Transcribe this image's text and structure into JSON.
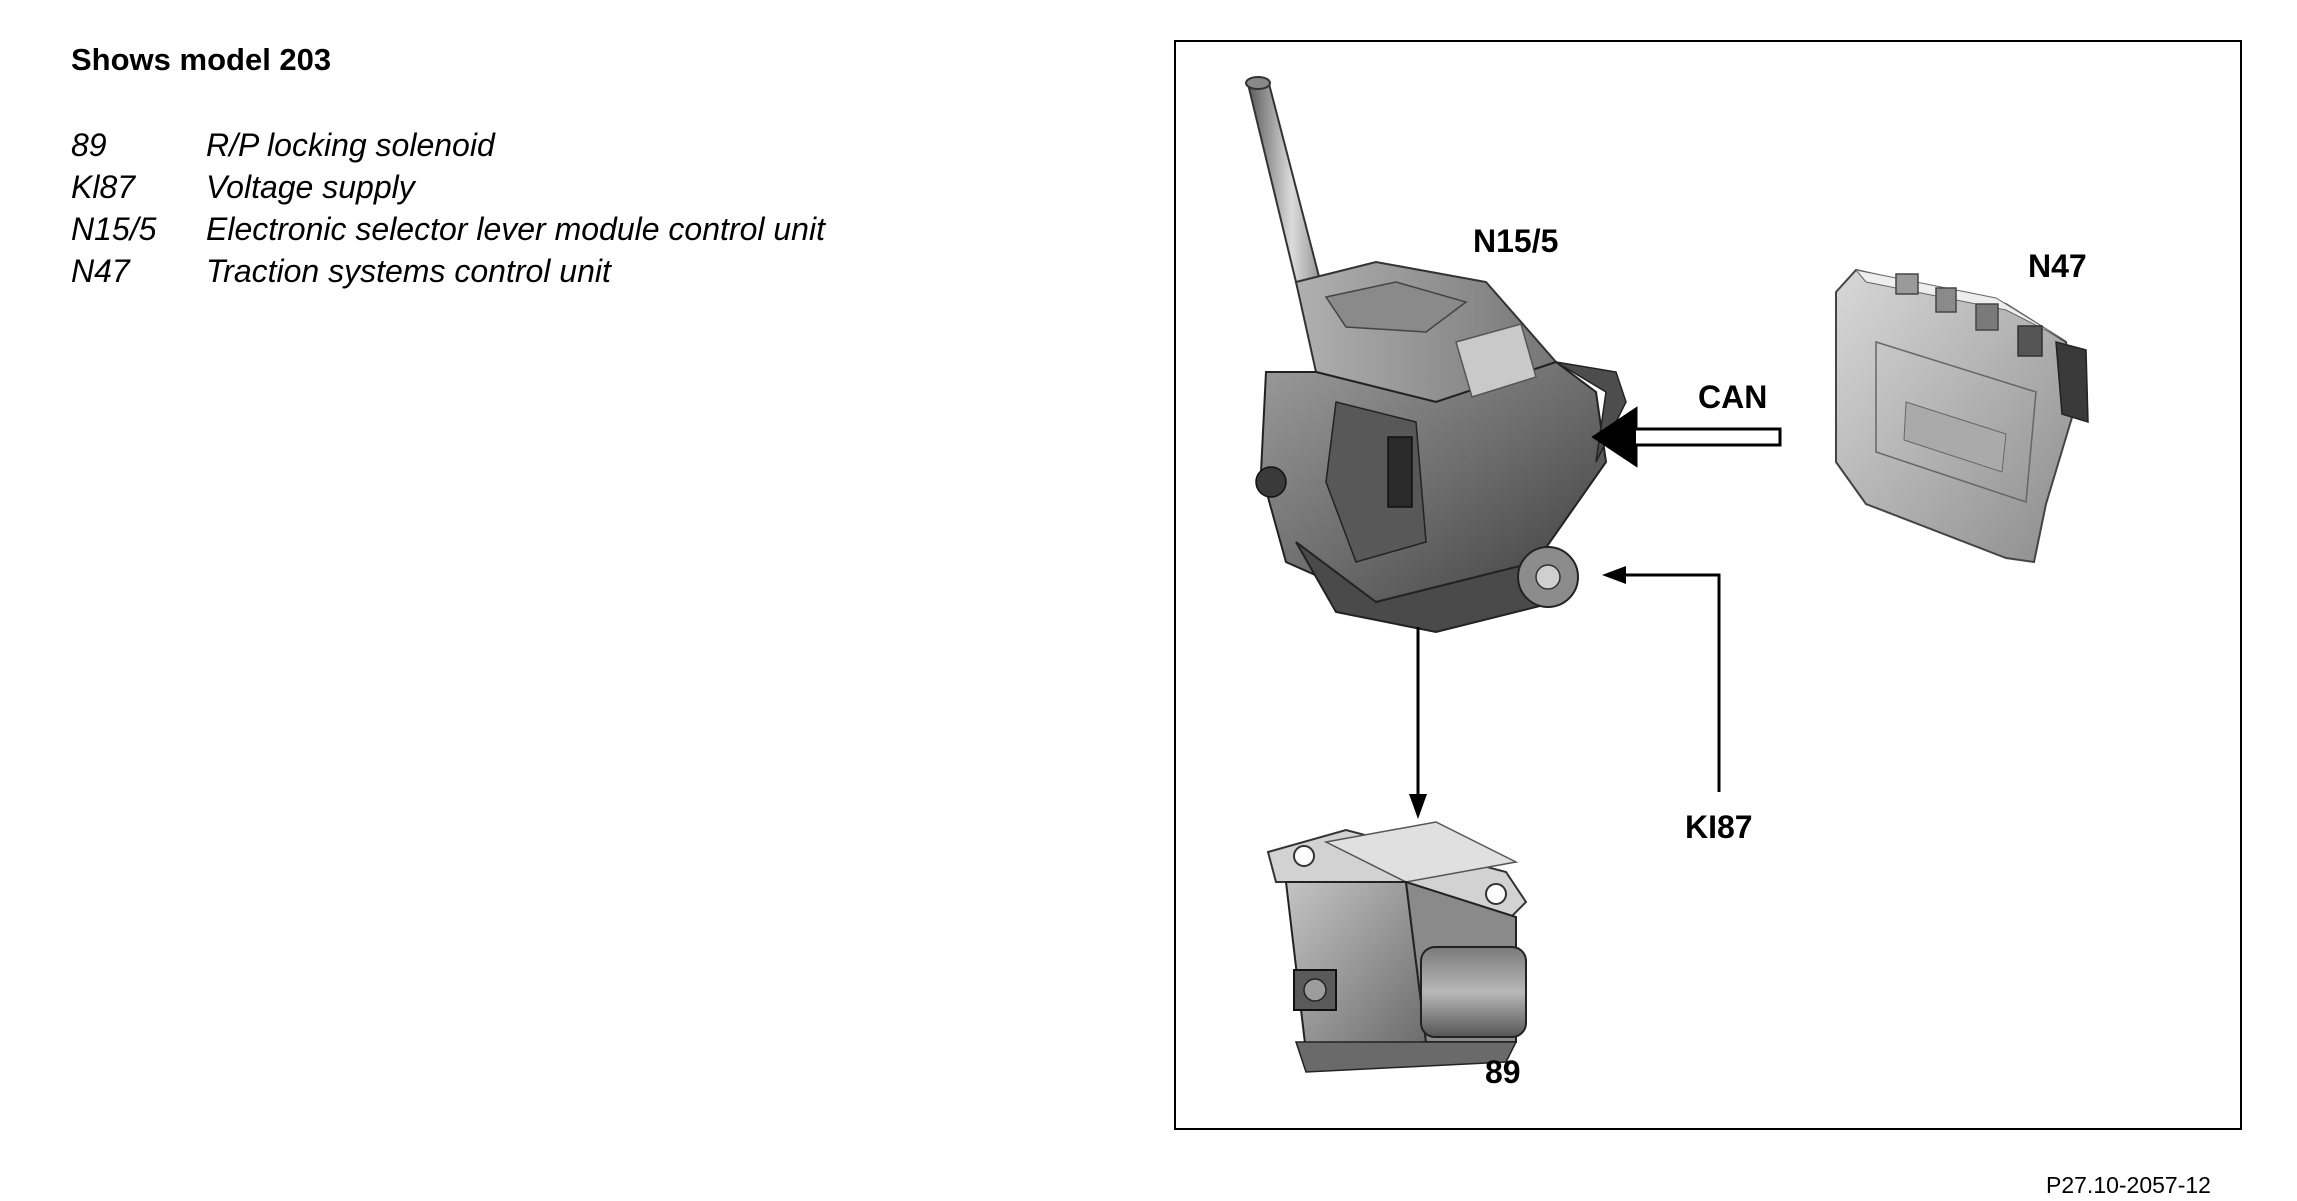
{
  "header": {
    "title": "Shows model 203"
  },
  "legend": [
    {
      "code": "89",
      "description": "R/P locking solenoid"
    },
    {
      "code": "Kl87",
      "description": "Voltage supply"
    },
    {
      "code": "N15/5",
      "description": "Electronic selector lever module control unit"
    },
    {
      "code": "N47",
      "description": "Traction systems control unit"
    }
  ],
  "diagram": {
    "labels": {
      "selector_module": "N15/5",
      "traction_unit": "N47",
      "can_bus": "CAN",
      "voltage_supply": "KI87",
      "solenoid": "89"
    }
  },
  "footer": {
    "figure_code": "P27.10-2057-12"
  }
}
